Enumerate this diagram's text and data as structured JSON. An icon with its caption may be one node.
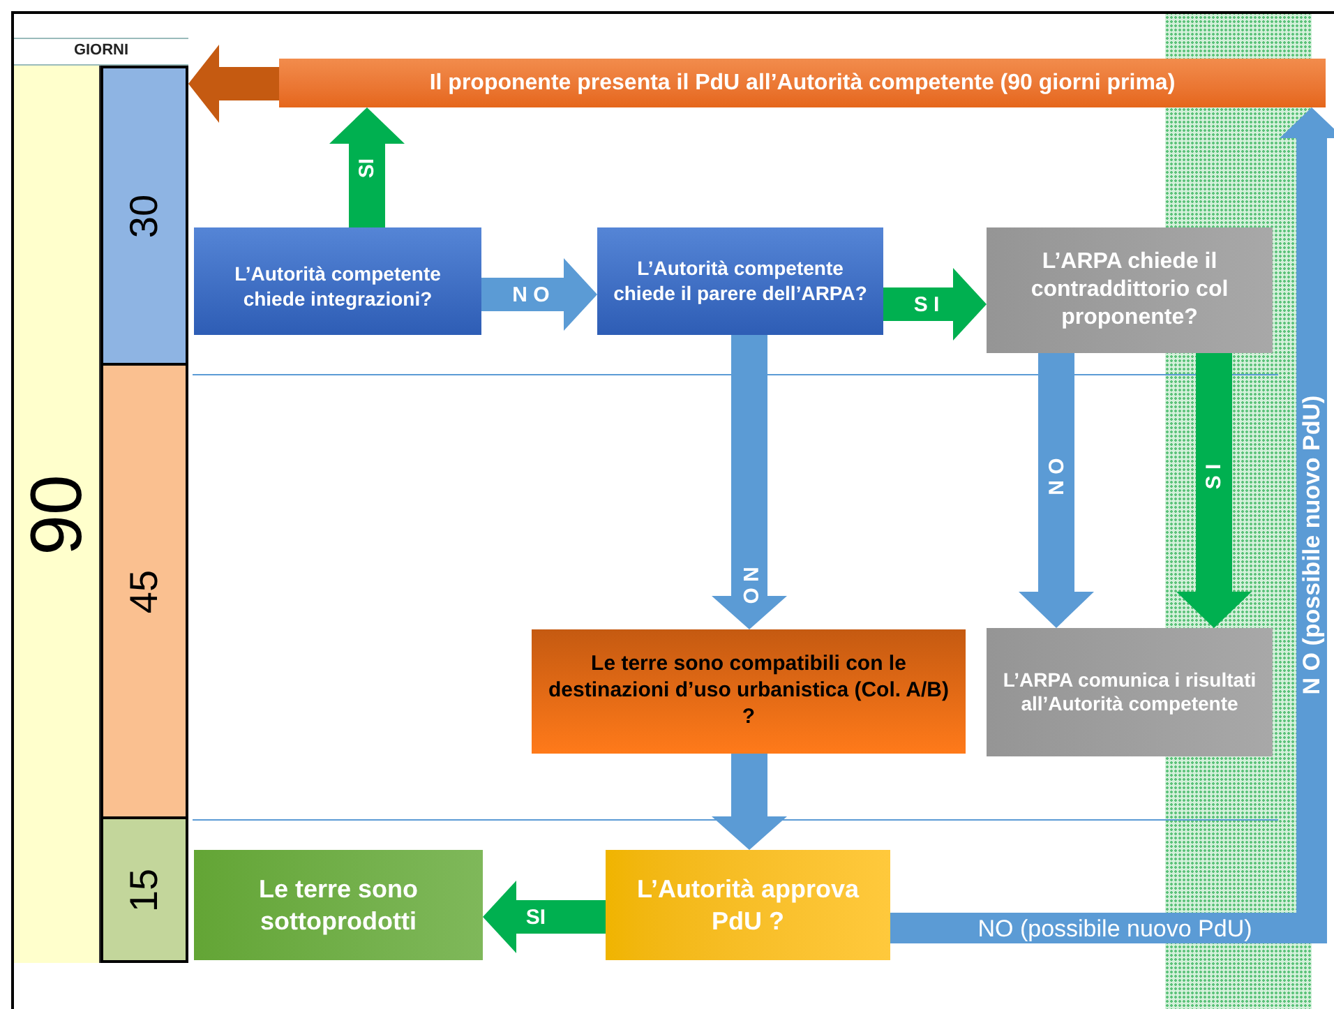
{
  "diagram": {
    "nodes": [
      {
        "text": [
          "GIORNI"
        ]
      },
      {
        "text": [
          "90"
        ]
      },
      {
        "text": [
          "30"
        ]
      },
      {
        "text": [
          "45"
        ]
      },
      {
        "text": [
          "15"
        ]
      },
      {
        "text": [
          "Il proponente presenta il PdU all’Autorità competente (90 giorni prima)"
        ]
      },
      {
        "text": [
          "L’Autorità competente chiede integrazioni?"
        ]
      },
      {
        "text": [
          "L’Autorità competente chiede il parere dell’ARPA?"
        ]
      },
      {
        "text": [
          "L’ARPA chiede il contraddittorio col proponente?"
        ]
      },
      {
        "text": [
          "Le terre sono compatibili con le destinazioni d’uso urbanistica (Col. A/B) ?"
        ]
      },
      {
        "text": [
          "L’ARPA comunica i risultati all’Autorità competente"
        ]
      },
      {
        "text": [
          "L’Autorità approva PdU ?"
        ]
      },
      {
        "text": [
          "Le terre sono sottoprodotti"
        ]
      }
    ],
    "edges": [
      {
        "from": 5,
        "to": 2,
        "arrow": "to",
        "color": "#c55a11"
      },
      {
        "from": 6,
        "to": 5,
        "arrow": "to",
        "label": "SI",
        "color": "#00b050"
      },
      {
        "from": 6,
        "to": 7,
        "arrow": "to",
        "label": "N O"
      },
      {
        "from": 7,
        "to": 8,
        "arrow": "to",
        "label": "S I",
        "color": "#00b050"
      },
      {
        "from": 7,
        "to": 9,
        "arrow": "to",
        "label": "N O"
      },
      {
        "from": 9,
        "to": 11,
        "arrow": "to"
      },
      {
        "from": 8,
        "to": 10,
        "arrow": "to",
        "label": "N O"
      },
      {
        "from": 8,
        "to": 10,
        "arrow": "to",
        "label": "S I",
        "color": "#00b050"
      },
      {
        "from": 11,
        "to": 12,
        "arrow": "to",
        "label": "SI",
        "color": "#00b050"
      },
      {
        "from": 11,
        "to": 5,
        "arrow": "to",
        "label": "NO (possibile nuovo PdU)"
      }
    ],
    "labels": [
      "N O (possibile nuovo PdU)"
    ]
  }
}
